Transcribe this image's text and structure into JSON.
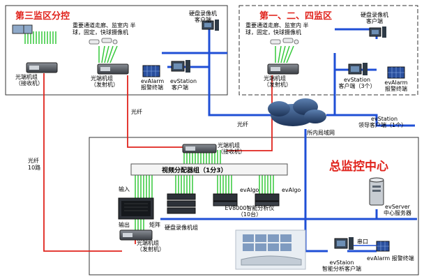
{
  "zones": {
    "zone3_title": "第三监区分控",
    "zone124_title": "第一、二、四监区",
    "center_title": "总监控中心"
  },
  "left_zone": {
    "camera_note_line1": "重要通道走廊、监室内 半",
    "camera_note_line2": "球，固定，快球摄像机",
    "dvr_line1": "硬盘录像机",
    "dvr_line2": "客户端",
    "receiver_line1": "光端机组",
    "receiver_line2": "（接收机）",
    "transmitter_line1": "光端机组",
    "transmitter_line2": "（发射机）",
    "evalarm_line1": "evAlarm",
    "evalarm_line2": "报警终端",
    "evstation_line1": "evStation",
    "evstation_line2": "客户端"
  },
  "right_zone": {
    "camera_note_line1": "重要通道走廊、监室内 半",
    "camera_note_line2": "球，固定，快球摄像机",
    "dvr_line1": "硬盘录像机",
    "dvr_line2": "客户端",
    "transmitter_line1": "光端机组",
    "transmitter_line2": "（发射机）",
    "evstation_line1": "evStation",
    "evstation_line2": "客户端（3个）",
    "evalarm_line1": "evAlarm",
    "evalarm_line2": "报警终端"
  },
  "network": {
    "fiber_label_1": "光纤",
    "fiber_label_2": "光纤",
    "fiber_10_line1": "光纤",
    "fiber_10_line2": "10路",
    "lan_label": "所内局域网",
    "leader_line1": "evStation",
    "leader_line2": "领导客户端（1个）"
  },
  "center": {
    "receiver_line1": "光端机组",
    "receiver_line2": "（接收机）",
    "splitter": "视频分配器组（1分3）",
    "input": "输入",
    "output": "输出",
    "matrix": "矩阵",
    "dvr_group": "硬盘录像机组",
    "evalgo_1": "evAlgo",
    "evalgo_2": "evAlgo",
    "analyzer_line1": "EV8000智能分析仪",
    "analyzer_line2": "（10台）",
    "evserver_line1": "evServer",
    "evserver_line2": "中心服务器",
    "serial": "串口",
    "evalarm": "evAlarm 报警终端",
    "evstation_line1": "evStaion",
    "evstation_line2": "智能分析客户端",
    "transmitter_line1": "光端机组",
    "transmitter_line2": "（发射机）"
  }
}
